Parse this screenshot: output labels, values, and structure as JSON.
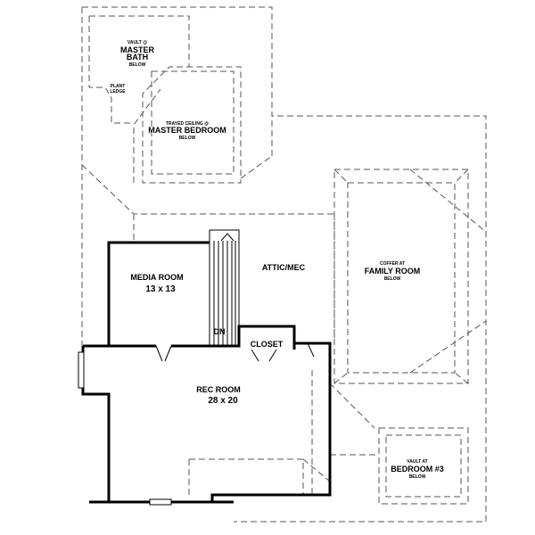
{
  "plan": {
    "master_bath": {
      "note": "VAULT @",
      "name": "MASTER BATH",
      "name_line1": "MASTER",
      "name_line2": "BATH",
      "below": "BELOW"
    },
    "plant_ledge": {
      "line1": "PLANT",
      "line2": "LEDGE"
    },
    "master_bedroom": {
      "note": "TRAYED CEILING @",
      "name": "MASTER BEDROOM",
      "below": "BELOW"
    },
    "attic": {
      "name": "ATTIC/MEC"
    },
    "family_room": {
      "note": "COFFER AT",
      "name": "FAMILY ROOM",
      "below": "BELOW"
    },
    "media_room": {
      "name": "MEDIA ROOM",
      "size": "13 x 13"
    },
    "stair": {
      "label": "DN"
    },
    "closet": {
      "name": "CLOSET"
    },
    "rec_room": {
      "name": "REC ROOM",
      "size": "28 x 20"
    },
    "bedroom3": {
      "note": "VAULT AT",
      "name": "BEDROOM #3",
      "below": "BELOW"
    }
  }
}
